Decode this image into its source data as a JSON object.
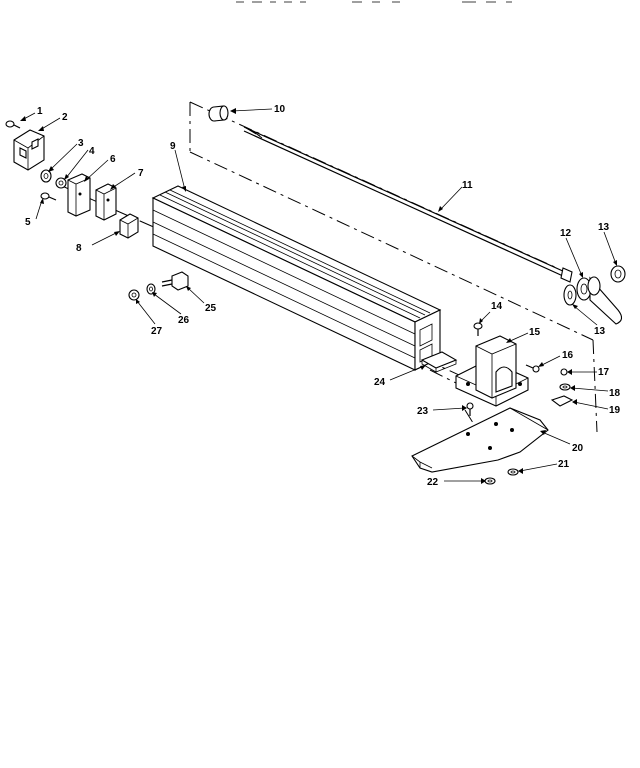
{
  "callouts": [
    {
      "id": "c1",
      "label": "1"
    },
    {
      "id": "c2",
      "label": "2"
    },
    {
      "id": "c3",
      "label": "3"
    },
    {
      "id": "c4",
      "label": "4"
    },
    {
      "id": "c5",
      "label": "5"
    },
    {
      "id": "c6",
      "label": "6"
    },
    {
      "id": "c7",
      "label": "7"
    },
    {
      "id": "c8",
      "label": "8"
    },
    {
      "id": "c9",
      "label": "9"
    },
    {
      "id": "c10",
      "label": "10"
    },
    {
      "id": "c11",
      "label": "11"
    },
    {
      "id": "c12",
      "label": "12"
    },
    {
      "id": "c13a",
      "label": "13"
    },
    {
      "id": "c13b",
      "label": "13"
    },
    {
      "id": "c14",
      "label": "14"
    },
    {
      "id": "c15",
      "label": "15"
    },
    {
      "id": "c16",
      "label": "16"
    },
    {
      "id": "c17",
      "label": "17"
    },
    {
      "id": "c18",
      "label": "18"
    },
    {
      "id": "c19",
      "label": "19"
    },
    {
      "id": "c20",
      "label": "20"
    },
    {
      "id": "c21",
      "label": "21"
    },
    {
      "id": "c22",
      "label": "22"
    },
    {
      "id": "c23",
      "label": "23"
    },
    {
      "id": "c24",
      "label": "24"
    },
    {
      "id": "c25",
      "label": "25"
    },
    {
      "id": "c26",
      "label": "26"
    },
    {
      "id": "c27",
      "label": "27"
    }
  ]
}
